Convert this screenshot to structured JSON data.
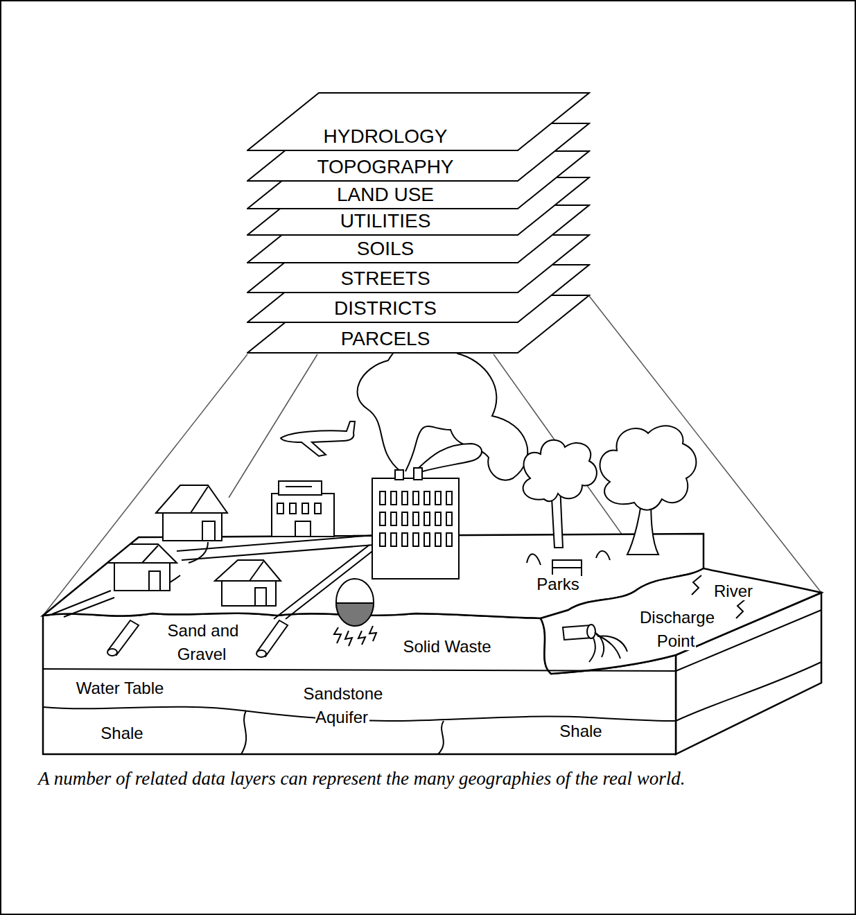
{
  "diagram": {
    "caption": "A number of related data layers can represent the many geographies of the real world.",
    "nodes": [
      {
        "text": [
          "HYDROLOGY"
        ]
      },
      {
        "text": [
          "TOPOGRAPHY"
        ]
      },
      {
        "text": [
          "LAND USE"
        ]
      },
      {
        "text": [
          "UTILITIES"
        ]
      },
      {
        "text": [
          "SOILS"
        ]
      },
      {
        "text": [
          "STREETS"
        ]
      },
      {
        "text": [
          "DISTRICTS"
        ]
      },
      {
        "text": [
          "PARCELS"
        ]
      }
    ],
    "labels": [
      "Parks",
      "River",
      "Discharge Point",
      "Sand and Gravel",
      "Solid Waste",
      "Water Table",
      "Sandstone Aquifer",
      "Shale",
      "Shale"
    ]
  }
}
